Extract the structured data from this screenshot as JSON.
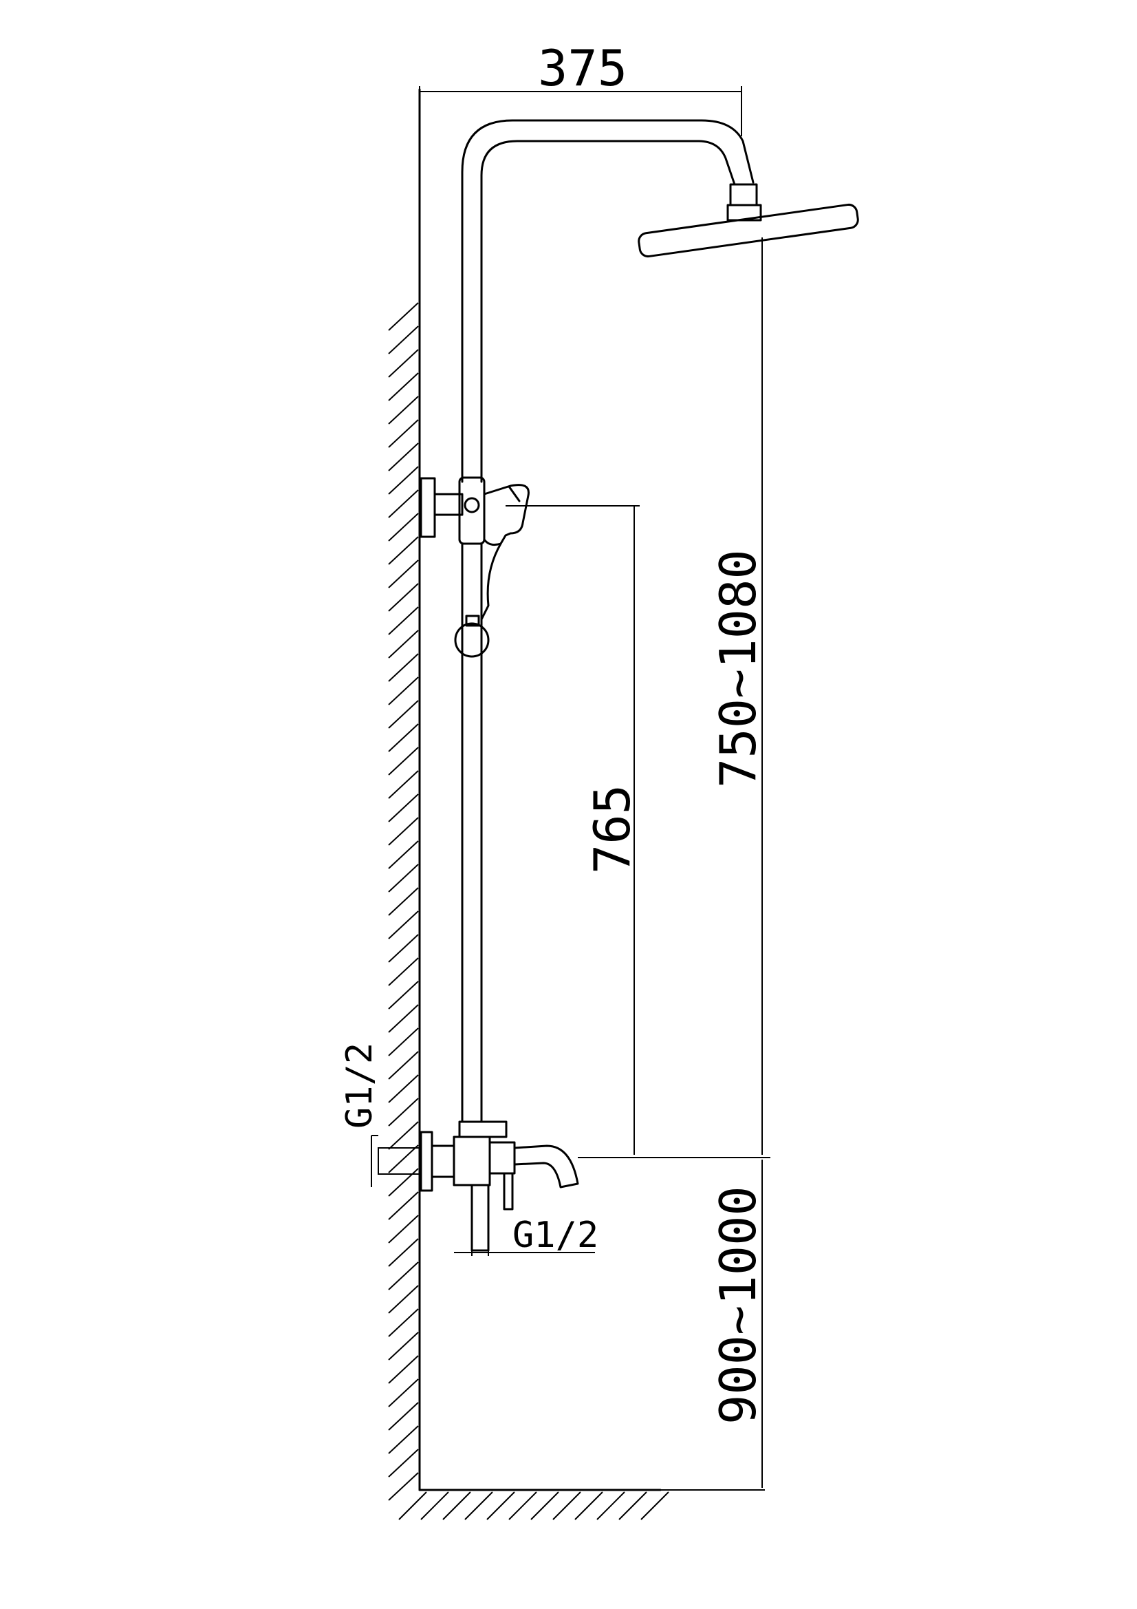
{
  "dimensions": {
    "width_overall": "375",
    "head_height": "750~1080",
    "slide_bar": "765",
    "mixer_height": "900~1000"
  },
  "connections": {
    "wall_inlet": "G1/2",
    "bottom_outlet": "G1/2"
  },
  "colors": {
    "line": "#000000",
    "background": "#ffffff"
  }
}
